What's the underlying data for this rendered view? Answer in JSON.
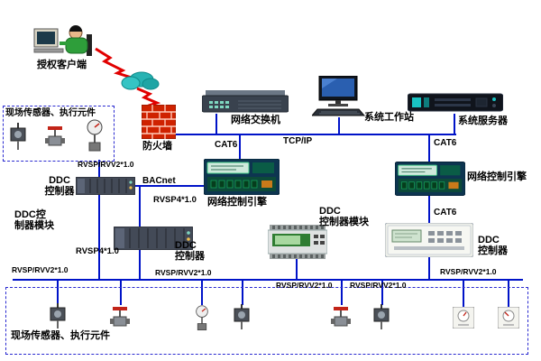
{
  "diagram": {
    "client": "授权客户端",
    "field_box_top": "现场传感器、执行元件",
    "field_box_bottom": "现场传感器、执行元件",
    "firewall": "防火墙",
    "switch": "网络交换机",
    "workstation": "系统工作站",
    "server": "系统服务器",
    "tcpip": "TCP/IP",
    "cat6_left": "CAT6",
    "cat6_right": "CAT6",
    "cat6_controller": "CAT6",
    "engine_left": "网络控制引擎",
    "engine_right": "网络控制引擎",
    "bacnet": "BACnet",
    "rvsp4_a": "RVSP4*1.0",
    "rvsp4_b": "RVSP4*1.0",
    "ddc_left": "DDC\n控制器",
    "ddc_module_left": "DDC控\n制器模块",
    "ddc_center": "DDC\n控制器",
    "ddc_module_center": "DDC\n控制器模块",
    "ddc_right": "DDC\n控制器",
    "rvv_rack": "RVSP/RVV2*1.0",
    "rvv_1": "RVSP/RVV2*1.0",
    "rvv_2": "RVSP/RVV2*1.0",
    "rvv_3": "RVSP/RVV2*1.0",
    "rvv_4": "RVSP/RVV2*1.0",
    "rvv_5": "RVSP/RVV2*1.0",
    "colors": {
      "cable_line": "#0013c8",
      "dashed_border": "#2a2ad0",
      "lightning": "#e10000",
      "cloud": "#27b3b3",
      "firewall_brick": "#cf2200"
    }
  }
}
